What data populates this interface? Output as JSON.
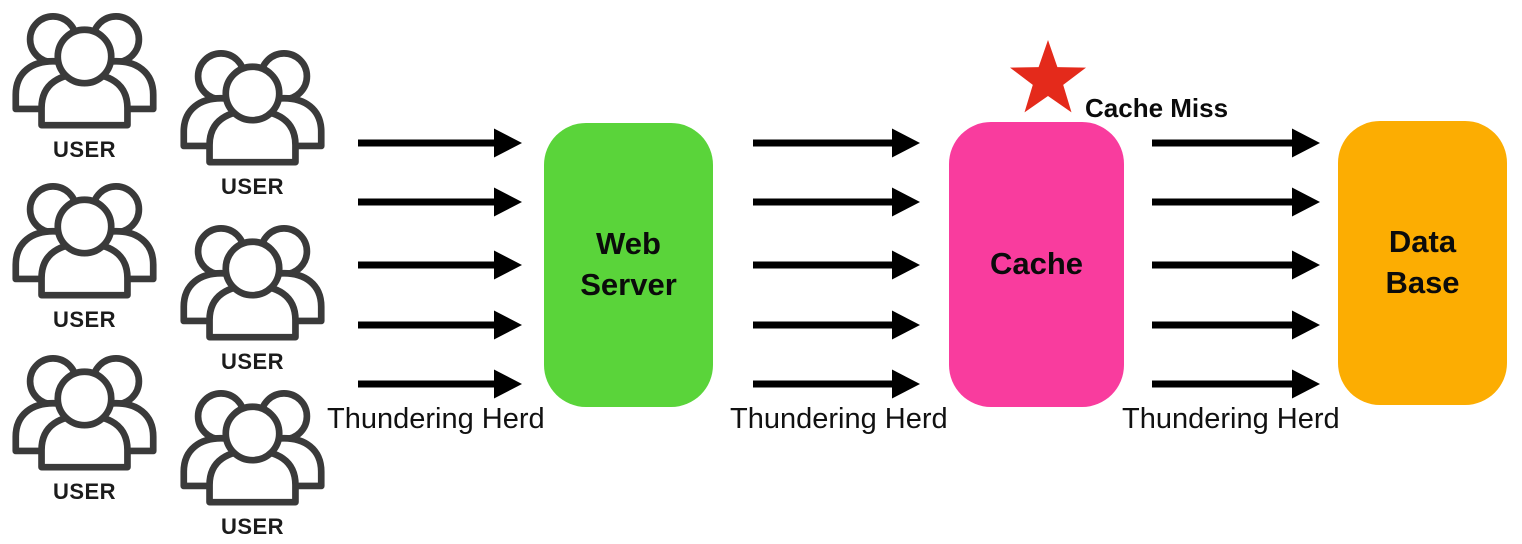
{
  "user_groups": {
    "label": "USER",
    "count": 6,
    "icon": "users-group-icon",
    "icon_stroke_color": "#3a3a3a"
  },
  "nodes": {
    "web_server": {
      "line1": "Web",
      "line2": "Server",
      "color": "#5ad43a"
    },
    "cache": {
      "label": "Cache",
      "color": "#f93c9e"
    },
    "database": {
      "line1": "Data",
      "line2": "Base",
      "color": "#fcad02"
    }
  },
  "annotations": {
    "cache_miss_label": "Cache Miss",
    "star_icon": "star-icon",
    "star_color": "#e42a1b",
    "flow_label_1": "Thundering Herd",
    "flow_label_2": "Thundering Herd",
    "flow_label_3": "Thundering Herd"
  },
  "arrows": {
    "groups": 3,
    "arrows_per_group": 5,
    "color": "#000000"
  }
}
